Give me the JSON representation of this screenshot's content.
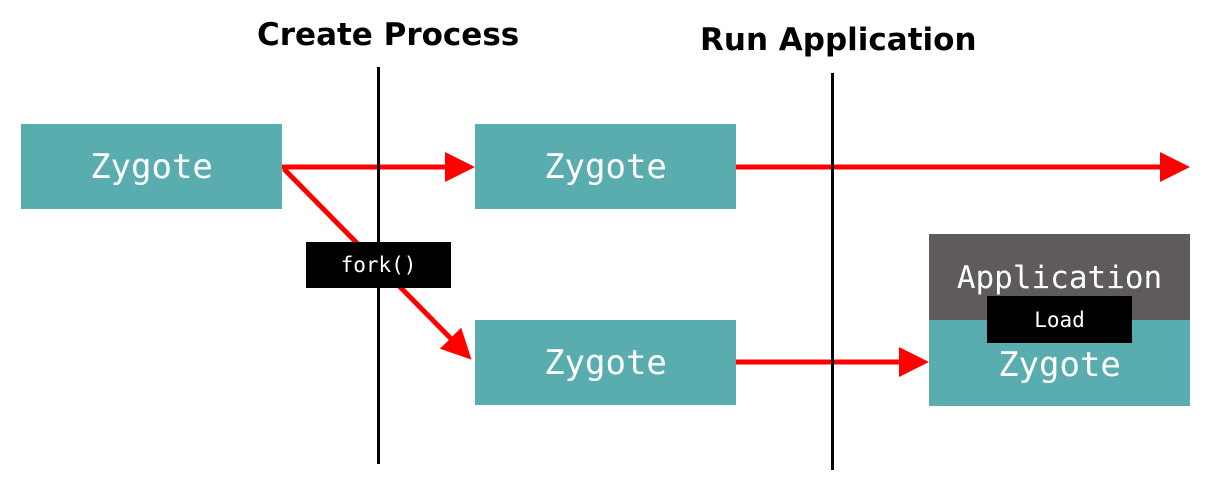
{
  "headings": {
    "create_process": "Create Process",
    "run_application": "Run Application"
  },
  "nodes": {
    "zygote_parent": "Zygote",
    "zygote_continued": "Zygote",
    "zygote_child": "Zygote",
    "zygote_app_base": "Zygote",
    "application": "Application"
  },
  "labels": {
    "fork": "fork()",
    "load": "Load"
  },
  "colors": {
    "node_fill": "#5aadae",
    "application_fill": "#5f5b5c",
    "arrow": "#ff0000",
    "label_fill": "#000000",
    "divider": "#000000"
  }
}
